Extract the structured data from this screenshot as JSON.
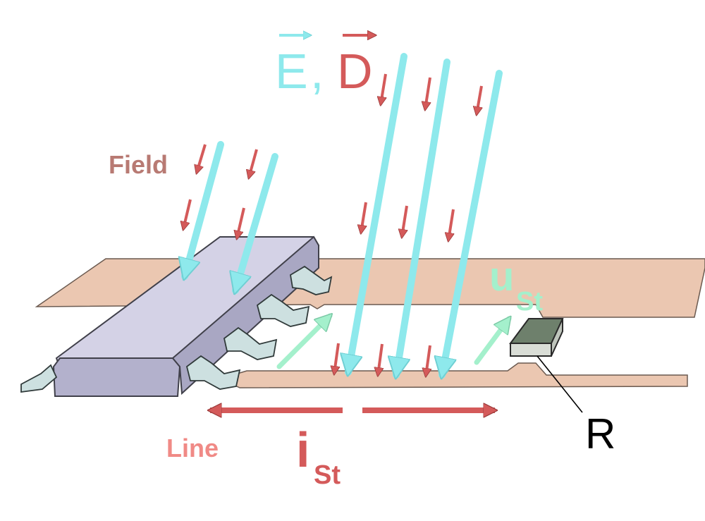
{
  "labels": {
    "field": "Field",
    "line": "Line",
    "e_symbol": "E",
    "comma": ",",
    "d_symbol": "D",
    "u_main": "u",
    "u_sub": "St",
    "i_main": "i",
    "i_sub": "St",
    "resistor": "R"
  },
  "colors": {
    "background": "#ffffff",
    "trace": "#ebc7b1",
    "trace_edge": "#6b5a50",
    "chip_top": "#d4d2e6",
    "chip_side": "#b3b1cc",
    "pin": "#cde0e0",
    "e_field": "#8ee9ec",
    "d_field": "#d45a5a",
    "field_text": "#b87a73",
    "line_text": "#f08a86",
    "voltage": "#a4f0cc",
    "current": "#d45a5a",
    "resistor_top": "#6e806c",
    "resistor_side": "#d9ddd6"
  }
}
